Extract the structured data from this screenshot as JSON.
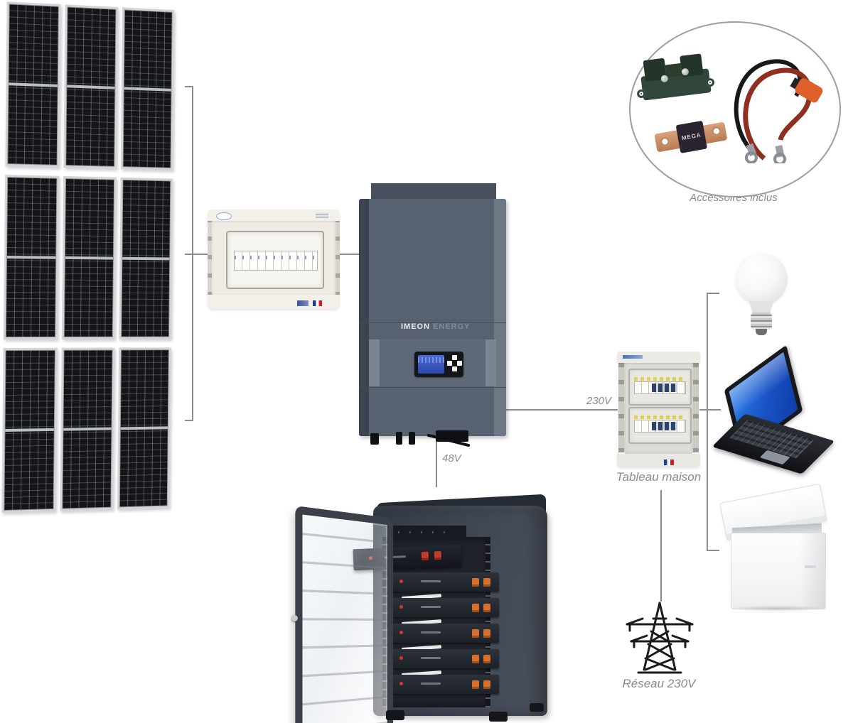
{
  "labels": {
    "ac_output": "230V",
    "battery_link": "48V",
    "house_panel": "Tableau maison",
    "grid": "Réseau 230V",
    "accessories": "Accessoires inclus"
  },
  "inverter": {
    "brand": "IMEON",
    "brand_suffix": "ENERGY"
  },
  "accessories": {
    "fuse_label": "MEGA"
  },
  "icons": {
    "solar_array": "solar-panel-array",
    "dc_protection_box": "dc-breaker-box",
    "inverter": "hybrid-inverter",
    "battery_cabinet": "battery-rack-cabinet",
    "house_panel": "ac-breaker-box",
    "light_bulb": "light-bulb",
    "laptop": "laptop",
    "freezer": "chest-freezer",
    "grid_tower": "electricity-pylon",
    "accessories_kit": "battery-accessories"
  },
  "colors": {
    "line": "#8c8c8c",
    "label": "#8a8a8a",
    "inverter_body": "#5d6573",
    "battery_cabinet": "#3d434e",
    "terminal_orange": "#d8702c",
    "screen_blue": "#2a62d0",
    "flag_blue": "#1d3f8f",
    "flag_red": "#c8202f"
  }
}
